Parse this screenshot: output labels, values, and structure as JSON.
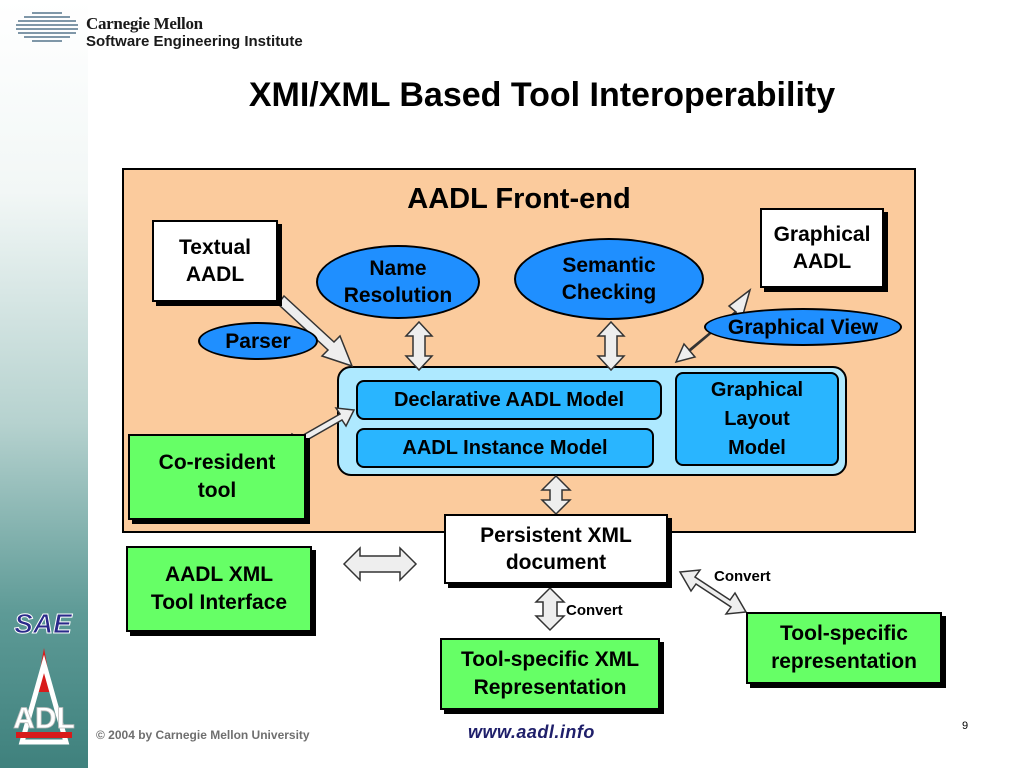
{
  "header": {
    "org_line1": "Carnegie Mellon",
    "org_line2": "Software Engineering Institute"
  },
  "slide_title": "XMI/XML Based Tool Interoperability",
  "frontend": {
    "title": "AADL Front-end",
    "textual_aadl": [
      "Textual",
      "AADL"
    ],
    "graphical_aadl": [
      "Graphical",
      "AADL"
    ],
    "name_resolution": [
      "Name",
      "Resolution"
    ],
    "semantic_checking": [
      "Semantic",
      "Checking"
    ],
    "parser": "Parser",
    "graphical_view": "Graphical View",
    "declarative_model": "Declarative AADL Model",
    "instance_model": "AADL Instance Model",
    "graphical_layout_model": [
      "Graphical",
      "Layout",
      "Model"
    ],
    "coresident_tool": [
      "Co-resident",
      "tool"
    ]
  },
  "outside": {
    "persistent_xml": [
      "Persistent XML",
      "document"
    ],
    "aadl_xml_interface": [
      "AADL XML",
      "Tool Interface"
    ],
    "tool_specific_xml": [
      "Tool-specific XML",
      "Representation"
    ],
    "tool_specific_rep": [
      "Tool-specific",
      "representation"
    ],
    "convert_label_1": "Convert",
    "convert_label_2": "Convert"
  },
  "logos": {
    "sae": "SAE",
    "adl": "ADL"
  },
  "footer": {
    "copyright": "© 2004 by Carnegie Mellon University",
    "url": "www.aadl.info",
    "page_number": "9"
  },
  "colors": {
    "frontend_bg": "#fbcb9d",
    "oval_blue": "#1f8fff",
    "model_blue": "#29b5ff",
    "container_light": "#aee9ff",
    "tool_green": "#66ff66",
    "arrow_fill": "#eeeeee"
  }
}
